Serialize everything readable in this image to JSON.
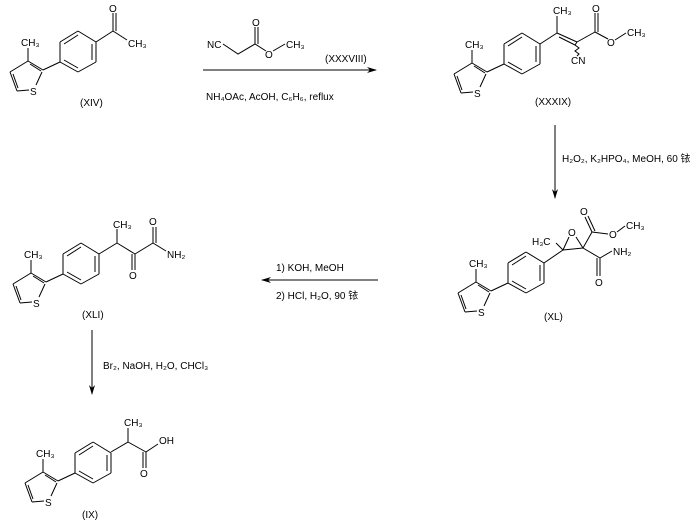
{
  "atoms": {
    "methyl": "CH₃",
    "methyl_left": "H₃C",
    "sulfur": "S",
    "oxygen": "O",
    "nitrile_left": "NC",
    "nitrile": "CN",
    "amine": "NH₂",
    "hydroxyl": "OH"
  },
  "compounds": {
    "xiv": "(XIV)",
    "xxxviii": "(XXXVIII)",
    "xxxix": "(XXXIX)",
    "xl": "(XL)",
    "xli": "(XLI)",
    "ix": "(IX)"
  },
  "steps": {
    "step1": {
      "conditions": "NH₄OAc, AcOH, C₆H₆, reflux"
    },
    "step2": {
      "conditions": "H₂O₂, K₂HPO₄, MeOH, 60 铱"
    },
    "step3": {
      "line1": "1) KOH, MeOH",
      "line2": "2) HCl, H₂O, 90 铱"
    },
    "step4": {
      "conditions": "Br₂, NaOH, H₂O, CHCl₃"
    }
  }
}
